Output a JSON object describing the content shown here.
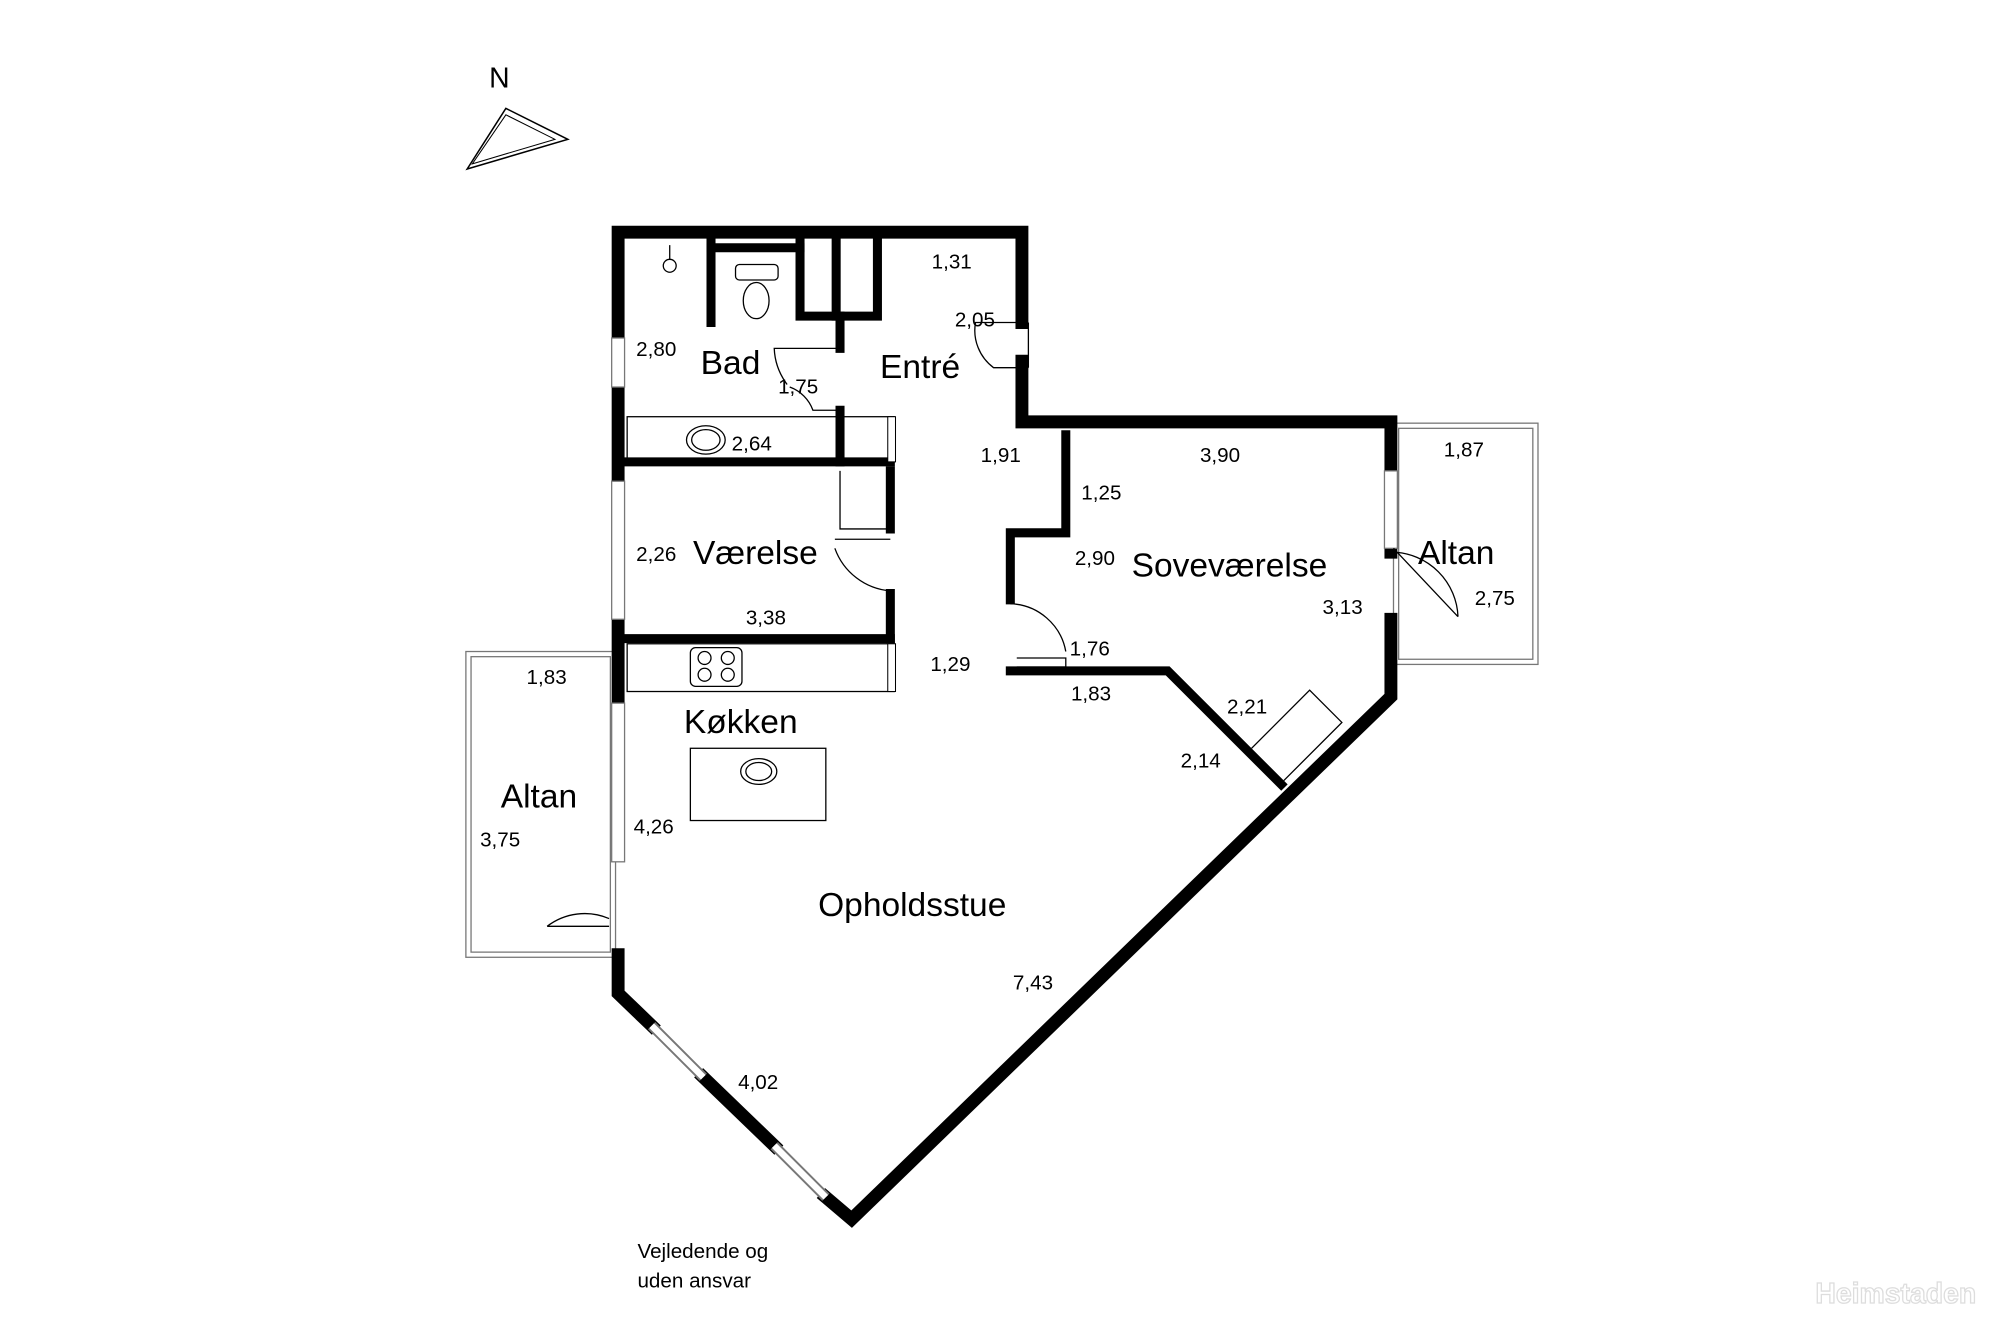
{
  "compass": {
    "label": "N"
  },
  "rooms": {
    "bad": "Bad",
    "entre": "Entré",
    "vaerelse": "Værelse",
    "koekken": "Køkken",
    "opholdsstue": "Opholdsstue",
    "sovevaerelse": "Soveværelse",
    "altan_east": "Altan",
    "altan_west": "Altan"
  },
  "dimensions": {
    "d131": "1,31",
    "d205": "2,05",
    "d280": "2,80",
    "d175": "1,75",
    "d264": "2,64",
    "d191": "1,91",
    "d390": "3,90",
    "d125": "1,25",
    "d187": "1,87",
    "d226": "2,26",
    "d290": "2,90",
    "d275": "2,75",
    "d313": "3,13",
    "d338": "3,38",
    "d176": "1,76",
    "d129": "1,29",
    "d183a": "1,83",
    "d183b": "1,83",
    "d221": "2,21",
    "d214": "2,14",
    "d426": "4,26",
    "d375": "3,75",
    "d743": "7,43",
    "d402": "4,02"
  },
  "disclaimer": {
    "line1": "Vejledende og",
    "line2": "uden ansvar"
  },
  "watermark": "Heimstaden"
}
